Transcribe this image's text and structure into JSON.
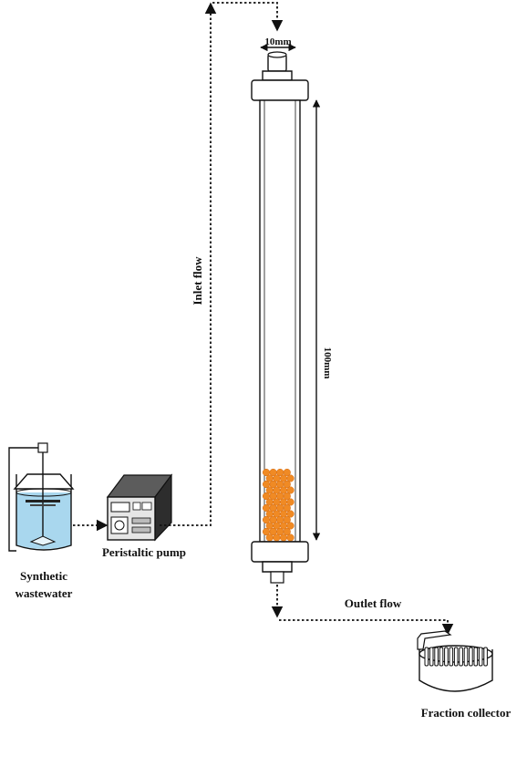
{
  "labels": {
    "column_width": "10mm",
    "column_height": "100mm",
    "inlet_flow": "Inlet flow",
    "outlet_flow": "Outlet flow",
    "pump": "Peristaltic pump",
    "feed_line1": "Synthetic",
    "feed_line2": "wastewater",
    "collector": "Fraction collector"
  },
  "colors": {
    "water": "#a9d7ee",
    "media": "#f08a24",
    "line": "#111111"
  },
  "icons": [
    "stirred-tank-icon",
    "peristaltic-pump-icon",
    "packed-column-icon",
    "fraction-collector-icon"
  ]
}
